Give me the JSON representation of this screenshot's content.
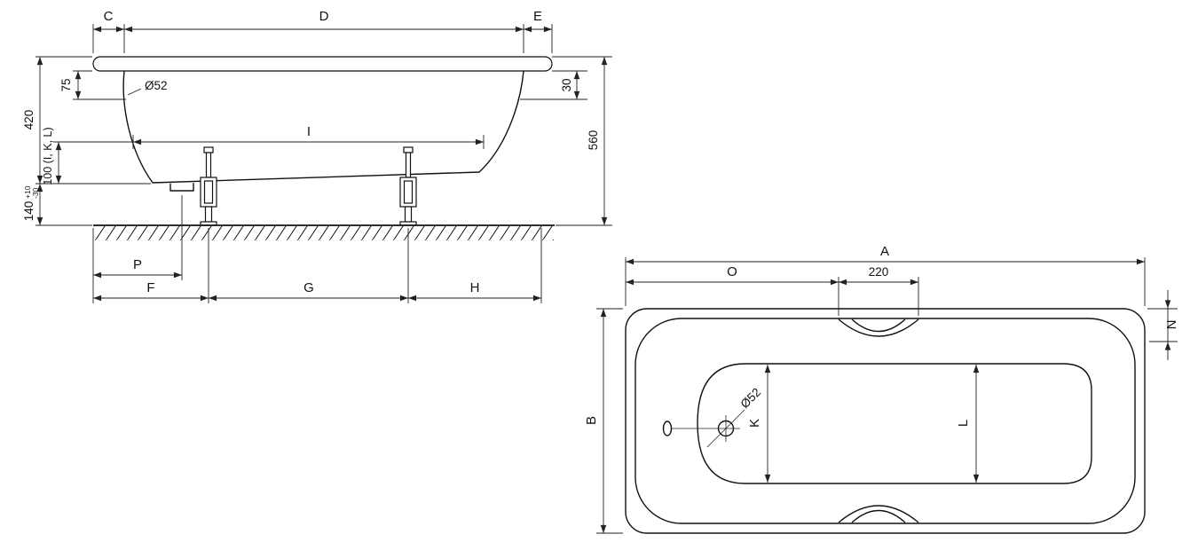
{
  "side_view": {
    "top_dims": {
      "c": "C",
      "d": "D",
      "e": "E"
    },
    "left_dims": {
      "d75": "75",
      "d420": "420",
      "d100": "100 (I, K, L)",
      "d140": "140",
      "tol_plus": "+10",
      "tol_minus": "-30"
    },
    "right_dims": {
      "d30": "30",
      "d560": "560"
    },
    "inner_dim": {
      "i": "I"
    },
    "drain_label": "Ø52",
    "bottom_dims": {
      "p": "P",
      "f": "F",
      "g": "G",
      "h": "H"
    }
  },
  "top_view": {
    "top_dims": {
      "a": "A",
      "o": "O",
      "grip": "220"
    },
    "side_dims": {
      "n": "N",
      "b": "B"
    },
    "inner_dims": {
      "k": "K",
      "l": "L"
    },
    "drain_label": "Ø52"
  }
}
